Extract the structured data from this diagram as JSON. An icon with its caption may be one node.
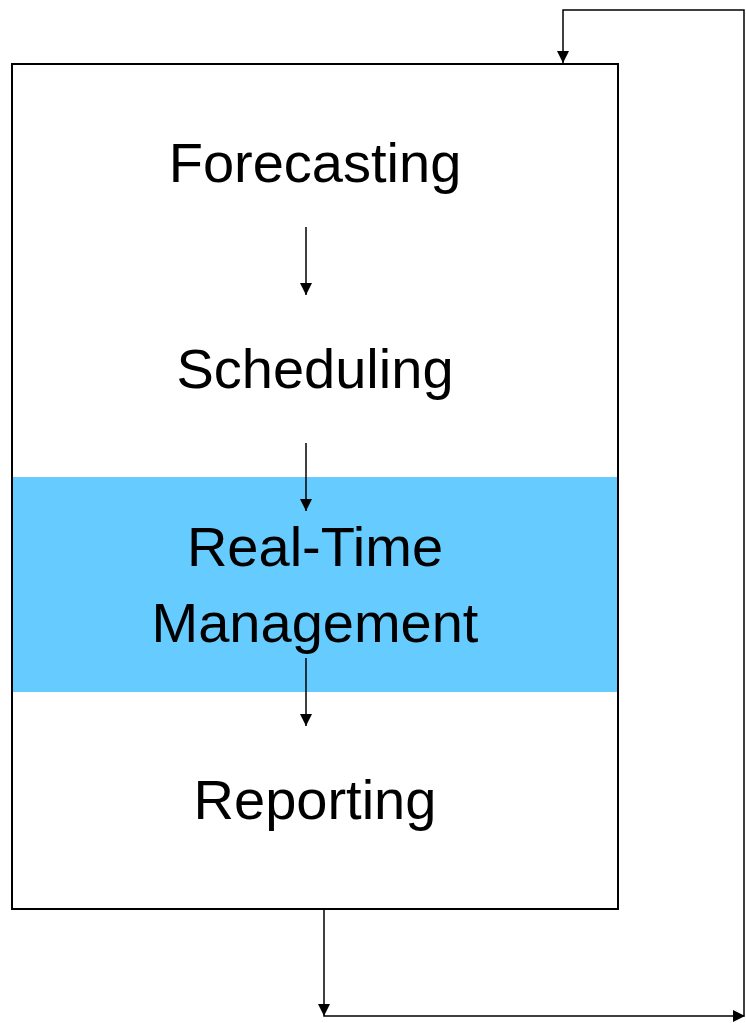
{
  "diagram": {
    "nodes": [
      {
        "text": [
          "Forecasting"
        ]
      },
      {
        "text": [
          "Scheduling"
        ]
      },
      {
        "text": [
          "Real-Time Management"
        ]
      },
      {
        "text": [
          "Reporting"
        ]
      }
    ],
    "edges": [
      {
        "from": 0,
        "to": 1,
        "arrow": "to"
      },
      {
        "from": 1,
        "to": 2,
        "arrow": "to"
      },
      {
        "from": 2,
        "to": 3,
        "arrow": "to"
      },
      {
        "from": 3,
        "to": 0,
        "arrow": "to"
      }
    ]
  }
}
